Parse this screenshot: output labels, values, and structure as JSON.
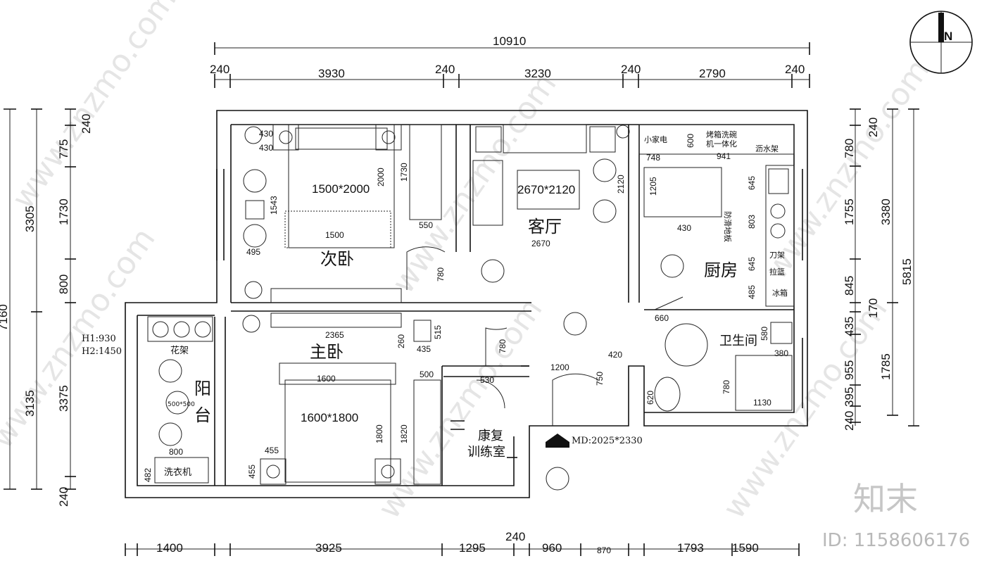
{
  "rooms": {
    "bedroom2": "次卧",
    "living": "客厅",
    "kitchen": "厨房",
    "master": "主卧",
    "bath": "卫生间",
    "balcony_1": "阳",
    "balcony_2": "台",
    "rehab_1": "康复",
    "rehab_2": "训练室"
  },
  "furniture": {
    "bed2_size": "1500*2000",
    "rug_size": "2670*2120",
    "master_bed_size": "1600*1800",
    "flower_rack": "花架",
    "washer": "洗衣机",
    "appliance": "小家电",
    "oven_1": "烤箱洗碗",
    "oven_2": "机一体化",
    "drain_rack": "沥水架",
    "knife_rack": "刀架",
    "basket": "拉篮",
    "fridge": "冰箱",
    "board": "防滑地板",
    "table": "500*500",
    "door_label": "MD:2025*2330",
    "h1": "H1:930",
    "h2": "H2:1450"
  },
  "dims_top": {
    "total": "10910",
    "segments": [
      "240",
      "3930",
      "240",
      "3230",
      "240",
      "2790",
      "240"
    ]
  },
  "dims_bottom": {
    "segments": [
      "1400",
      "3925",
      "1295",
      "960",
      "870",
      "1793",
      "1590"
    ],
    "extra": "240"
  },
  "dims_left": {
    "total": "7160",
    "outer": [
      "3305",
      "3135"
    ],
    "inner": [
      "240",
      "775",
      "1730",
      "800",
      "3375",
      "240"
    ]
  },
  "dims_right": {
    "total": "5815",
    "outer": [
      "3380",
      "1785"
    ],
    "inner": [
      "240",
      "780",
      "1755",
      "845",
      "170",
      "435",
      "955",
      "395",
      "240"
    ]
  },
  "dims_inner": {
    "d430a": "430",
    "d430b": "430",
    "d2000": "2000",
    "d1730": "1730",
    "d1543": "1543",
    "d495": "495",
    "d1500": "1500",
    "d550": "550",
    "d2670": "2670",
    "d2120": "2120",
    "d780a": "780",
    "d2365": "2365",
    "d260": "260",
    "d515": "515",
    "d435": "435",
    "d780b": "780",
    "d1600": "1600",
    "d1800": "1800",
    "d1820": "1820",
    "d500": "500",
    "d530": "530",
    "d1200": "1200",
    "d420": "420",
    "d750": "750",
    "d455a": "455",
    "d455b": "455",
    "d800": "800",
    "d482": "482",
    "d660": "660",
    "d580": "580",
    "d380": "380",
    "d620": "620",
    "d780c": "780",
    "d1130": "1130",
    "d748": "748",
    "d600": "600",
    "d941": "941",
    "d1205": "1205",
    "d430c": "430",
    "d645a": "645",
    "d803": "803",
    "d645b": "645",
    "d485": "485"
  },
  "watermark": {
    "site": "www.znzmo.com",
    "brand": "知末",
    "id": "ID: 1158606176"
  },
  "compass": {
    "label": "N"
  }
}
